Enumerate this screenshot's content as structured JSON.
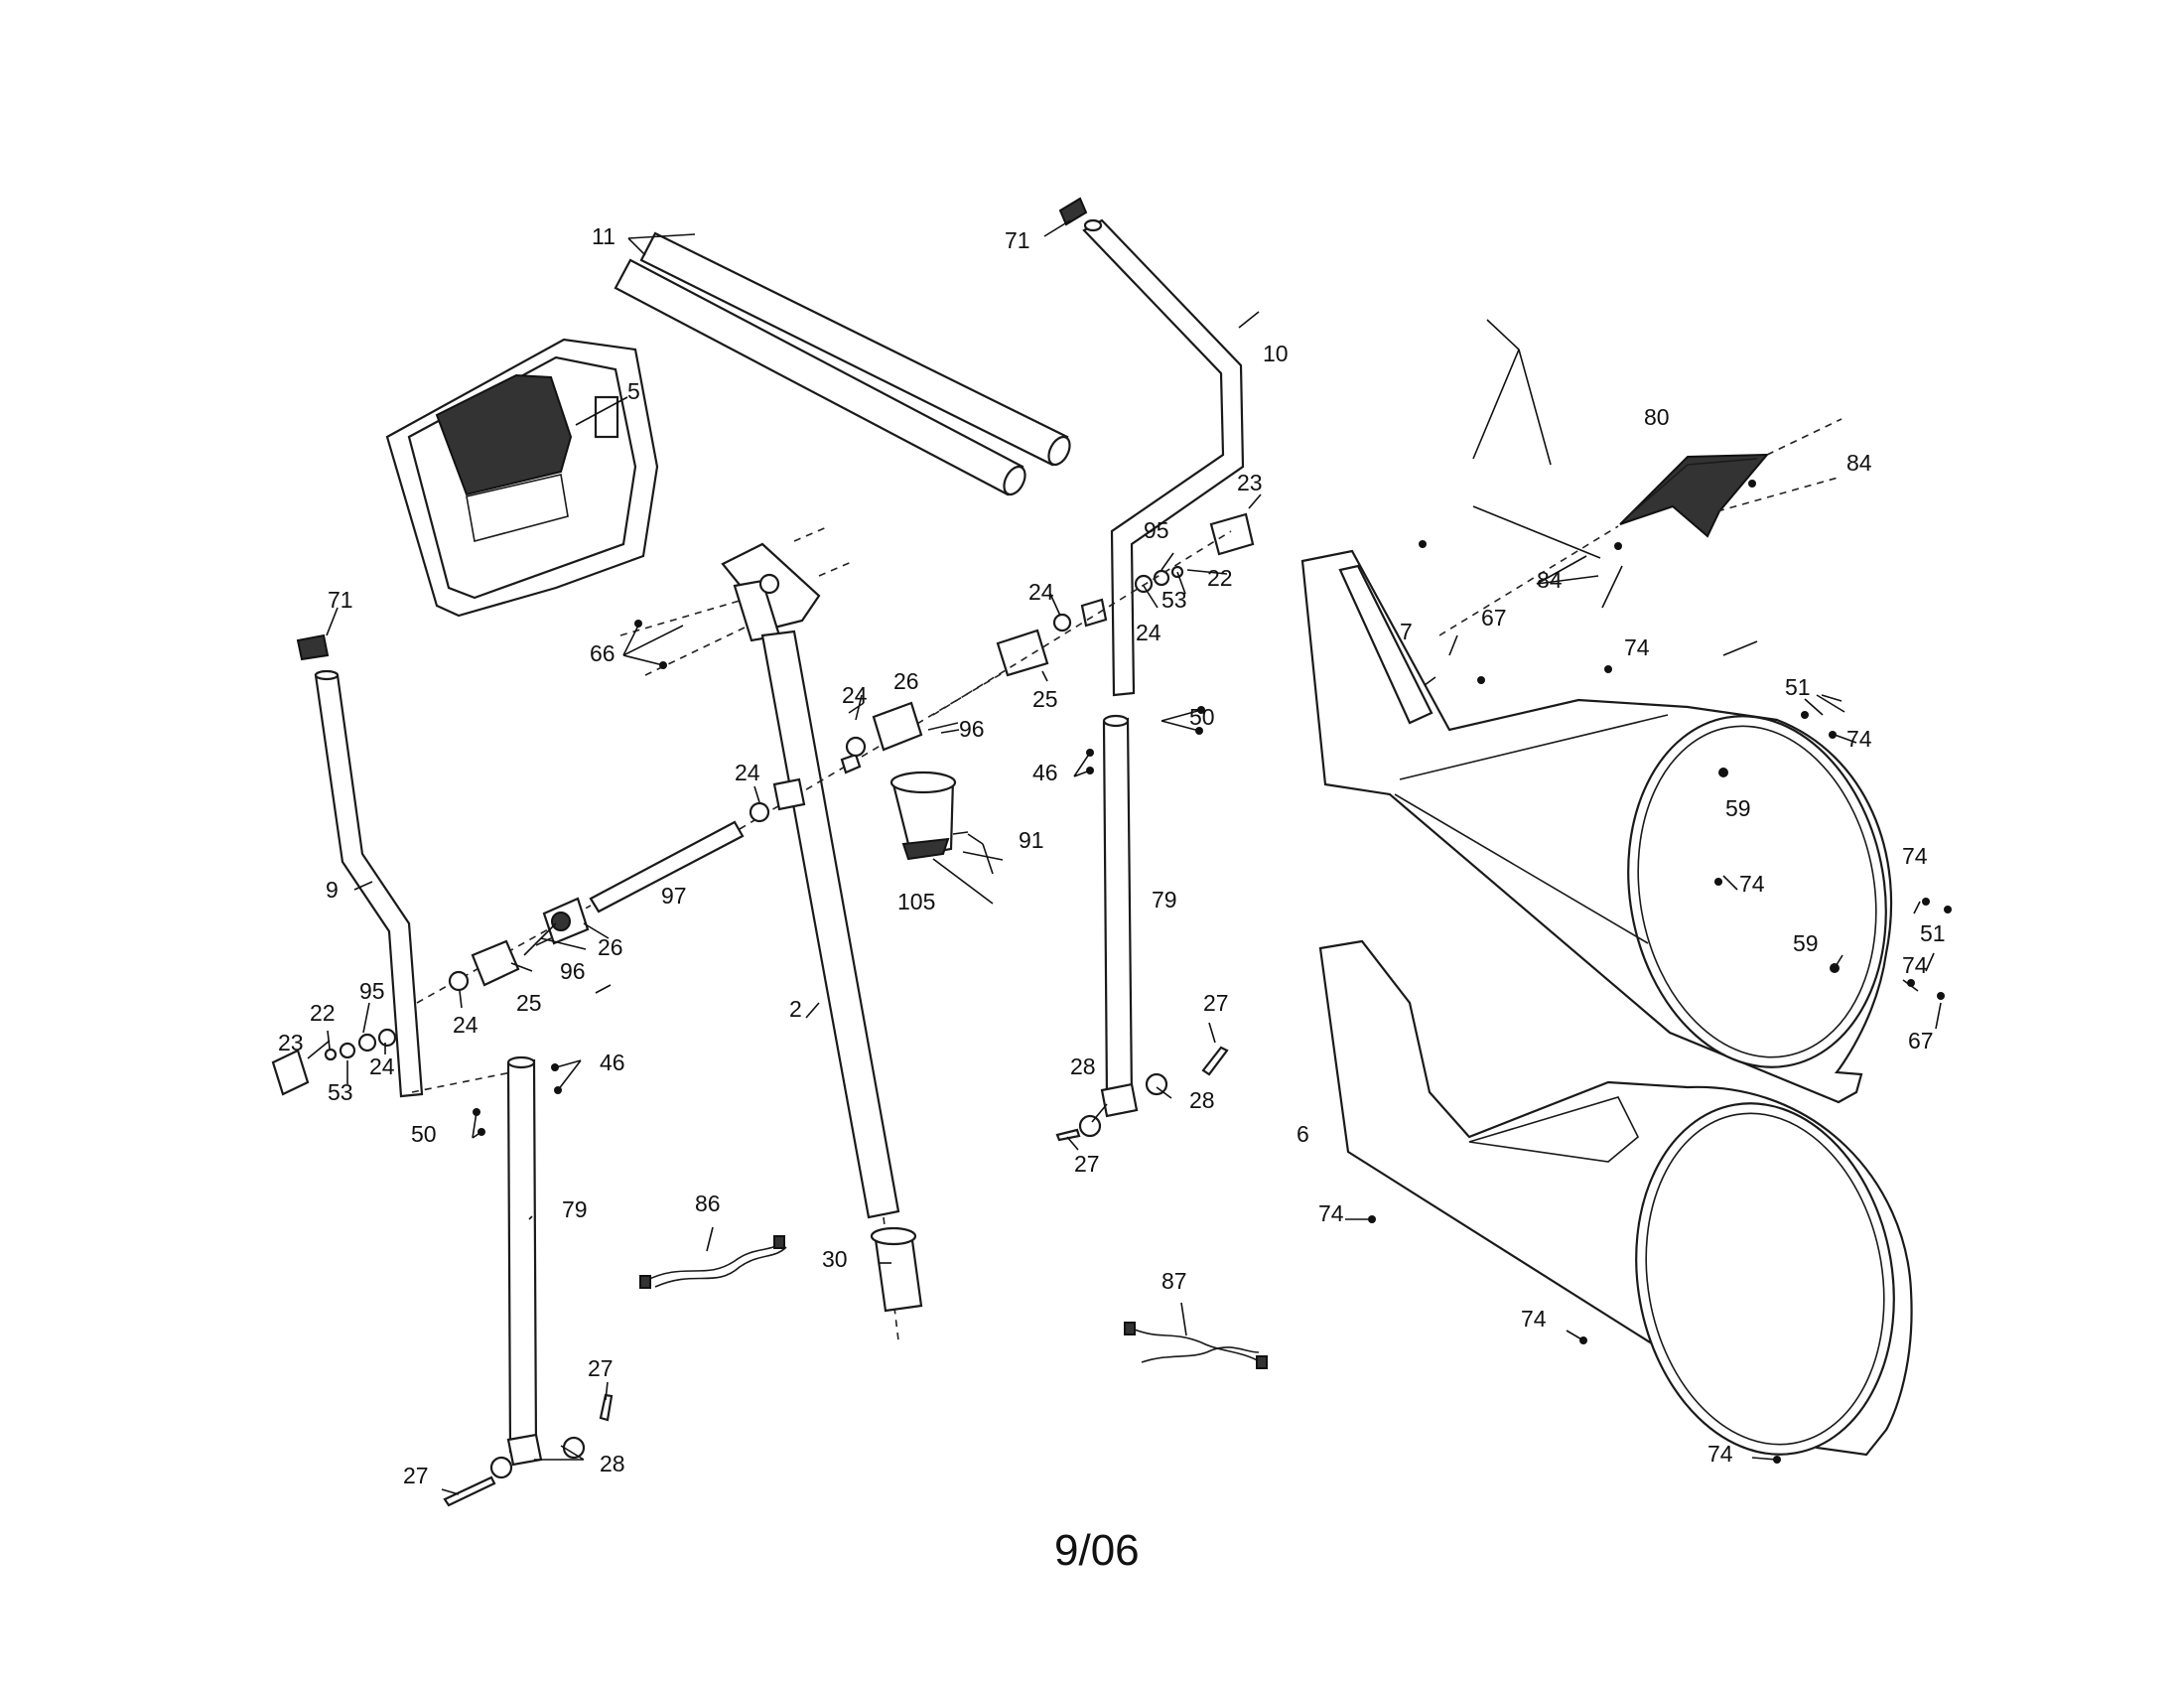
{
  "diagram": {
    "footer_date": "9/06",
    "labels": {
      "l2": "2",
      "l5": "5",
      "l6": "6",
      "l7": "7",
      "l9": "9",
      "l10": "10",
      "l11": "11",
      "l22a": "22",
      "l22b": "22",
      "l23a": "23",
      "l23b": "23",
      "l24a": "24",
      "l24b": "24",
      "l24c": "24",
      "l24d": "24",
      "l24e": "24",
      "l24f": "24",
      "l25a": "25",
      "l25b": "25",
      "l26a": "26",
      "l26b": "26",
      "l27a": "27",
      "l27b": "27",
      "l27c": "27",
      "l27d": "27",
      "l28a": "28",
      "l28b": "28",
      "l28c": "28",
      "l30": "30",
      "l46a": "46",
      "l46b": "46",
      "l50a": "50",
      "l50b": "50",
      "l51a": "51",
      "l51b": "51",
      "l53a": "53",
      "l53b": "53",
      "l59a": "59",
      "l59b": "59",
      "l66": "66",
      "l67a": "67",
      "l67b": "67",
      "l71a": "71",
      "l71b": "71",
      "l74a": "74",
      "l74b": "74",
      "l74c": "74",
      "l74d": "74",
      "l74e": "74",
      "l74f": "74",
      "l74g": "74",
      "l74h": "74",
      "l79a": "79",
      "l79b": "79",
      "l80": "80",
      "l84a": "84",
      "l84b": "84",
      "l86": "86",
      "l87": "87",
      "l91": "91",
      "l95a": "95",
      "l95b": "95",
      "l96a": "96",
      "l96b": "96",
      "l97": "97",
      "l105": "105"
    }
  }
}
